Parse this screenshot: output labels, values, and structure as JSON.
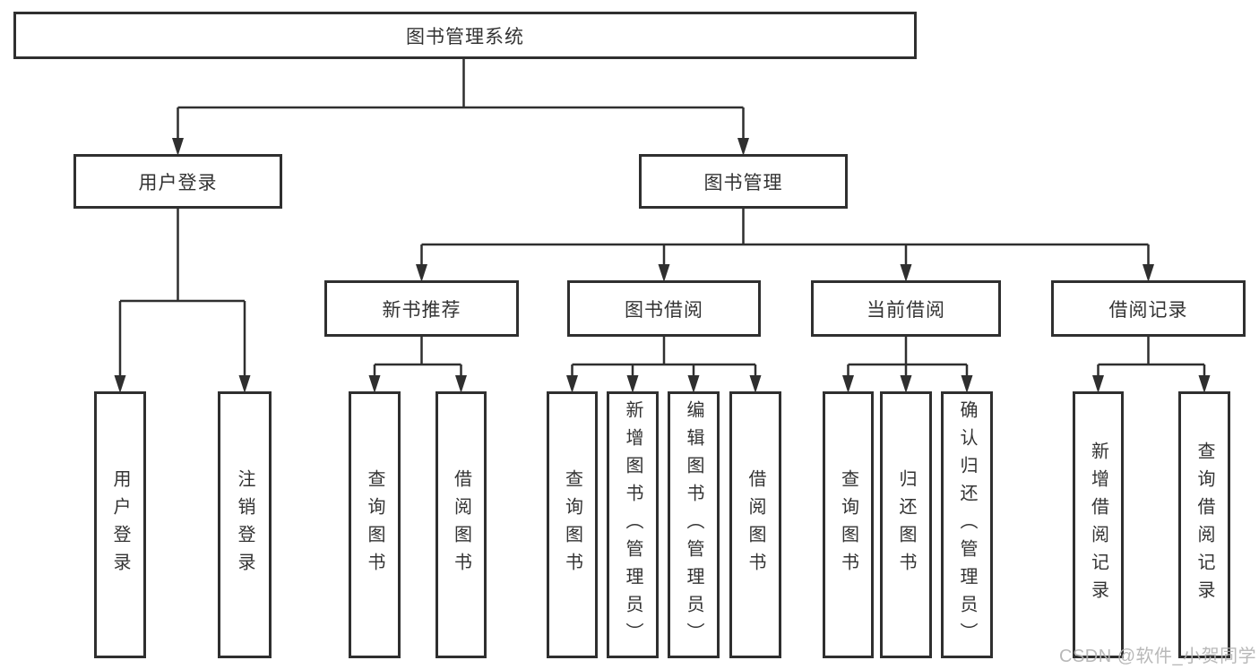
{
  "nodes": {
    "root": "图书管理系统",
    "login": "用户登录",
    "manage": "图书管理",
    "newbook": "新书推荐",
    "borrow": "图书借阅",
    "current": "当前借阅",
    "records": "借阅记录"
  },
  "leaves": {
    "login": [
      "用户登录",
      "注销登录"
    ],
    "newbook": [
      "查询图书",
      "借阅图书"
    ],
    "borrow": [
      "查询图书",
      "新增图书（管理员）",
      "编辑图书（管理员）",
      "借阅图书"
    ],
    "current": [
      "查询图书",
      "归还图书",
      "确认归还（管理员）"
    ],
    "records": [
      "新增借阅记录",
      "查询借阅记录"
    ]
  },
  "watermark": "CSDN @软件_小贺同学",
  "colors": {
    "line": "#2f2f2f",
    "text": "#333333",
    "background": "#ffffff",
    "watermark": "#b3b3b3"
  }
}
